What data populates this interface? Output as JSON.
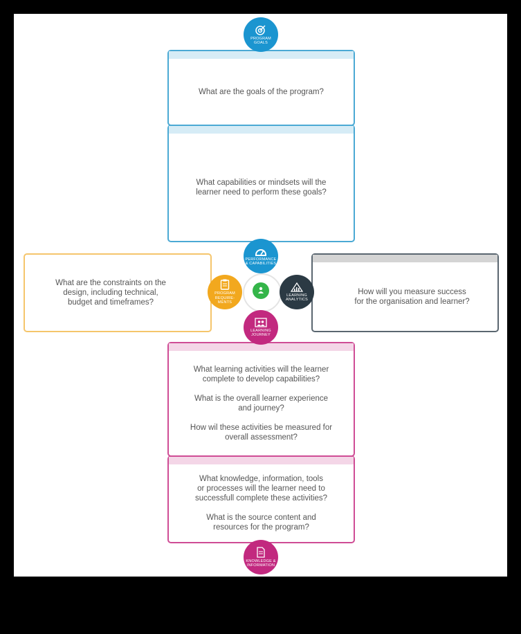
{
  "colors": {
    "blue": "#1b95d0",
    "blue_strip": "#d6ecf6",
    "blue_border": "#4aa9d4",
    "orange": "#f2a81e",
    "orange_border": "#f5c56b",
    "dark": "#2b3a44",
    "dark_strip": "#d4d4d4",
    "dark_border": "#5a6670",
    "green": "#34b549",
    "magenta": "#c2297f",
    "magenta_strip": "#f4d6e7",
    "magenta_border": "#cf4c95"
  },
  "icons": {
    "program_goals": "target-icon",
    "performance": "gauge-icon",
    "program_requirements": "clipboard-icon",
    "learner": "person-icon",
    "learning_analytics": "chart-icon",
    "learning_journey": "people-board-icon",
    "knowledge": "document-icon"
  },
  "circles": {
    "program_goals": "PROGRAM\nGOALS",
    "performance": "PERFORMANCE\n& CAPABILITIES",
    "program_requirements": "PROGRAM\nREQUIRE-\nMENTS",
    "learner": "",
    "learning_analytics": "LEARNING\nANALYTICS",
    "learning_journey": "LEARNING\nJOURNEY",
    "knowledge": "KNOWLEDGE &\nINFORMATION"
  },
  "boxes": {
    "goals": "What are the goals of the program?",
    "capabilities": "What capabilities or mindsets will the\nlearner need to perform these goals?",
    "constraints": "What are the constraints on the\ndesign, including technical,\nbudget and timeframes?",
    "measure": "How will you measure success\nfor the organisation and learner?",
    "activities": [
      "What learning activities will the learner\ncomplete to develop capabilities?",
      "What is the  overall learner experience\nand journey?",
      "How wil these activities be measured for\noverall assessment?"
    ],
    "knowledge": [
      "What knowledge, information, tools\nor processes will the learner need to\nsuccessfull complete these activities?",
      "What is the source content and\nresources for the program?"
    ]
  }
}
